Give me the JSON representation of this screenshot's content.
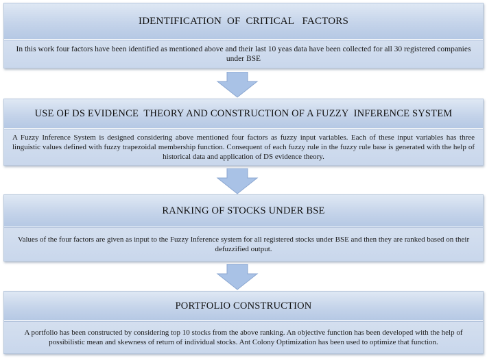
{
  "stages": [
    {
      "title": "IDENTIFICATION  OF  CRITICAL   FACTORS",
      "description": "In this work four factors have been identified as mentioned above and their last 10 yeas data have been collected for all 30 registered companies under BSE"
    },
    {
      "title": "USE OF DS EVIDENCE  THEORY AND CONSTRUCTION OF A FUZZY  INFERENCE SYSTEM",
      "description": "A Fuzzy Inference System is designed considering above mentioned four factors as fuzzy input variables. Each of these input variables has three linguistic  values defined with fuzzy trapezoidal membership function. Consequent of each fuzzy rule in the fuzzy rule base is generated with the help of historical data and application of DS evidence  theory."
    },
    {
      "title": "RANKING OF STOCKS UNDER BSE",
      "description": "Values of the four factors are given  as input to the Fuzzy Inference system for all  registered  stocks under BSE and then they are ranked based on their defuzzified output."
    },
    {
      "title": "PORTFOLIO CONSTRUCTION",
      "description": "A portfolio has been constructed by considering  top 10 stocks from the above ranking.  An objective function has been developed  with the help of possibilistic mean and skewness of return of individual  stocks.  Ant Colony Optimization has been used to optimize that function."
    }
  ],
  "colors": {
    "header_top": "#dfe8f4",
    "header_bottom": "#b5c8e4",
    "body": "#ccd9ed",
    "border": "#b7c7dc",
    "arrow_fill": "#a9c2e6",
    "arrow_stroke": "#8aa6d0"
  }
}
